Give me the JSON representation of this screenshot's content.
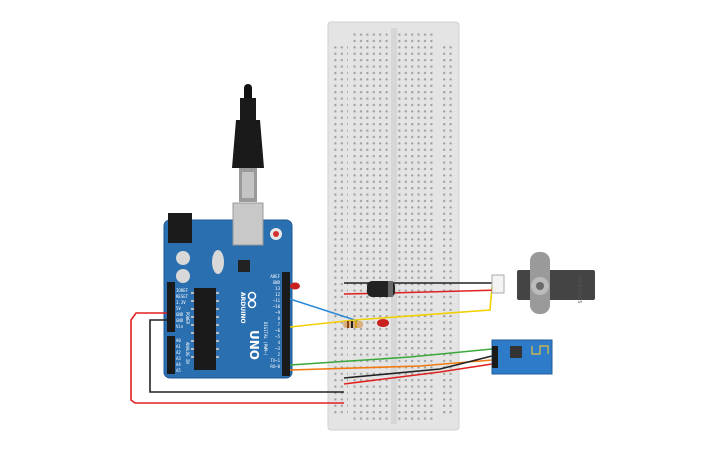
{
  "canvas": {
    "background": "#ffffff"
  },
  "arduino": {
    "brand_text": "ARDUINO",
    "model_text": "UNO",
    "power_header_label": "POWER",
    "analog_header_label": "ANALOG IN",
    "digital_header_label": "DIGITAL (PWM~)",
    "power_pins": [
      "IOREF",
      "RESET",
      "3.3V",
      "5V",
      "GND",
      "GND",
      "Vin"
    ],
    "analog_pins": [
      "A0",
      "A1",
      "A2",
      "A3",
      "A4",
      "A5"
    ],
    "digital_pins": [
      "AREF",
      "GND",
      "13",
      "12",
      "~11",
      "~10",
      "~9",
      "8",
      "7",
      "~6",
      "~5",
      "4",
      "~3",
      "2",
      "TX→1",
      "RX←0"
    ],
    "board_color": "#2a6fb0"
  },
  "servo": {
    "label_text": "SM-S2309S",
    "body_color": "#444444"
  },
  "wifi_module": {
    "board_color": "#2e7cc9"
  },
  "wires": {
    "colors": {
      "red": "#e02020",
      "black": "#222222",
      "blue": "#2d8ad6",
      "yellow": "#f0d000",
      "green": "#3aa83a",
      "orange": "#f07a10"
    }
  },
  "components": {
    "capacitor_color": "#222222",
    "resistor_color": "#d8b080",
    "led_color": "#c81f1f"
  }
}
